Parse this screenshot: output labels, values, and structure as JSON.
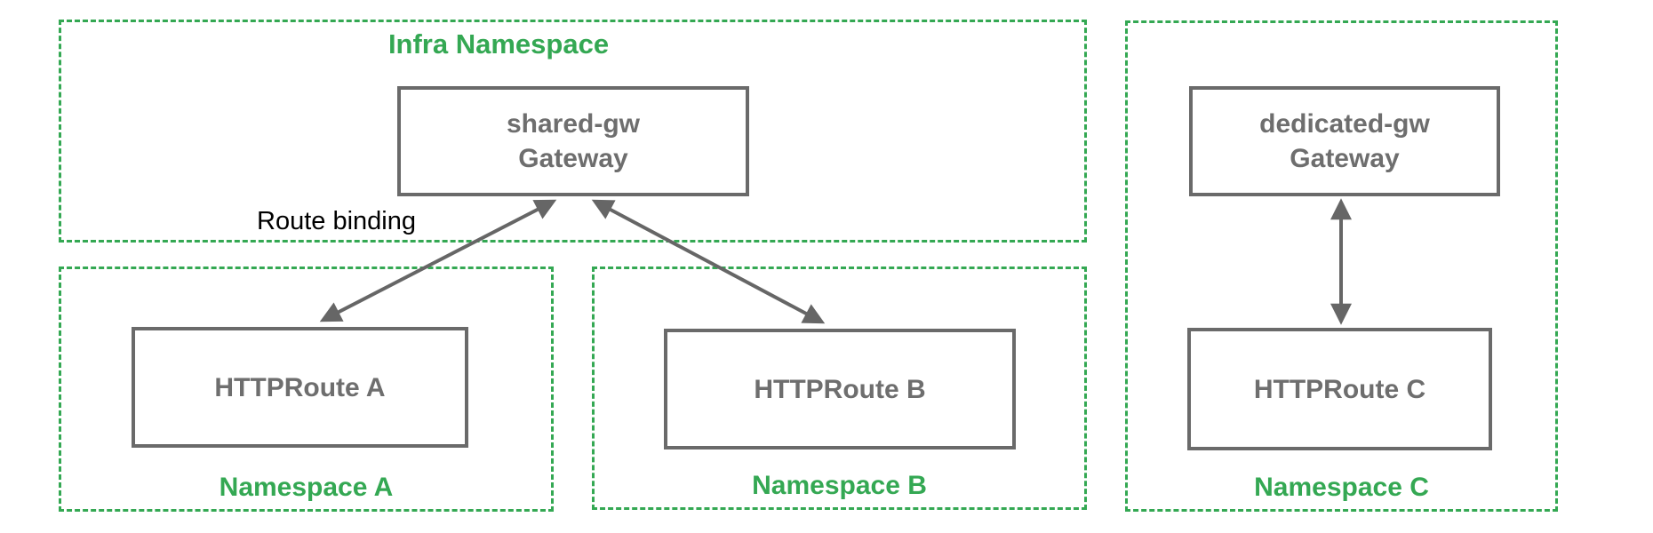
{
  "diagram": {
    "title_context": "Gateway API namespace route binding diagram",
    "colors": {
      "namespace_green": "#34a853",
      "node_border_gray": "#6a6a6a",
      "node_text_gray": "#6e6e6e",
      "arrow_gray": "#666666",
      "annotation_black": "#000000",
      "background": "#ffffff"
    },
    "infra_namespace": {
      "label": "Infra Namespace",
      "gateway": {
        "name": "shared-gw",
        "kind": "Gateway"
      }
    },
    "route_binding_label": "Route binding",
    "namespace_a": {
      "label": "Namespace A",
      "route": "HTTPRoute A"
    },
    "namespace_b": {
      "label": "Namespace B",
      "route": "HTTPRoute B"
    },
    "namespace_c": {
      "label": "Namespace C",
      "gateway": {
        "name": "dedicated-gw",
        "kind": "Gateway"
      },
      "route": "HTTPRoute C"
    },
    "arrows": [
      {
        "from": "HTTPRoute A",
        "to": "shared-gw Gateway",
        "style": "double-headed"
      },
      {
        "from": "HTTPRoute B",
        "to": "shared-gw Gateway",
        "style": "double-headed"
      },
      {
        "from": "HTTPRoute C",
        "to": "dedicated-gw Gateway",
        "style": "double-headed"
      }
    ]
  }
}
